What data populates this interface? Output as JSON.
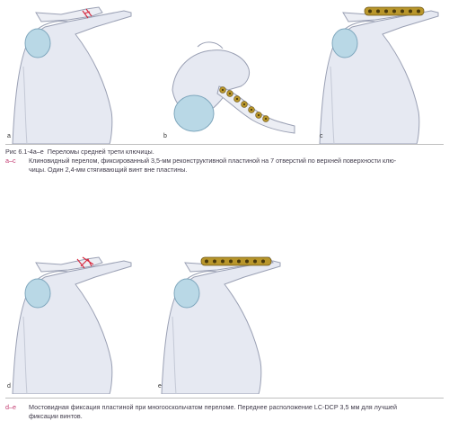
{
  "panels": {
    "a": "a",
    "b": "b",
    "c": "c",
    "d": "d",
    "e": "e"
  },
  "caption_top": {
    "fig_ref": "Рис 6.1-4а–е",
    "fig_title": "Переломы средней трети ключицы.",
    "range_ac": "а–с",
    "text_ac_line1": "Клиновидный перелом, фиксированный 3,5-мм реконструктивной пластиной на 7 отверстий по верхней поверхности клю-",
    "text_ac_line2": "чицы. Один 2,4-мм стягивающий винт вне пластины."
  },
  "caption_bottom": {
    "range_de": "d–e",
    "text_de_line1": "Мостовидная фиксация пластиной при многооскольчатом переломе. Переднее расположение LC-DCP 3,5 мм для лучшей",
    "text_de_line2": "фиксации винтов."
  },
  "colors": {
    "bone_fill": "#e6e9f2",
    "bone_stroke": "#9aa0b4",
    "humeral_head": "#b9d8e6",
    "plate": "#b8962b",
    "fracture": "#d6263c",
    "accent": "#c2386f"
  }
}
